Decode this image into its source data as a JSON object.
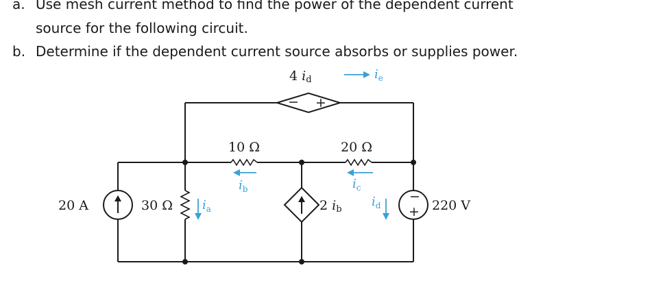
{
  "question_a_letter": "a.",
  "question_a_line1": "Use mesh current method to find the power of the dependent current",
  "question_a_line2": "source for the following circuit.",
  "question_b_letter": "b.",
  "question_b": "Determine if the dependent current source absorbs or supplies power.",
  "circuit": {
    "dep_voltage": {
      "coef": "4 ",
      "var": "i",
      "sub": "d",
      "minus": "−",
      "plus": "+"
    },
    "source_20A": "20 A",
    "r30": "30 Ω",
    "r10": "10 Ω",
    "r20": "20 Ω",
    "dep_current": {
      "coef": "2 ",
      "var": "i",
      "sub": "b"
    },
    "source_220V": "220 V",
    "vs_minus": "−",
    "vs_plus": "+",
    "currents": {
      "ie": {
        "var": "i",
        "sub": "e"
      },
      "ia": {
        "var": "i",
        "sub": "a"
      },
      "ib": {
        "var": "i",
        "sub": "b"
      },
      "ic": {
        "var": "i",
        "sub": "c"
      },
      "id": {
        "var": "i",
        "sub": "d"
      }
    }
  },
  "colors": {
    "text": "#1a1a1a",
    "current_arrows": "#3aa0d8"
  }
}
